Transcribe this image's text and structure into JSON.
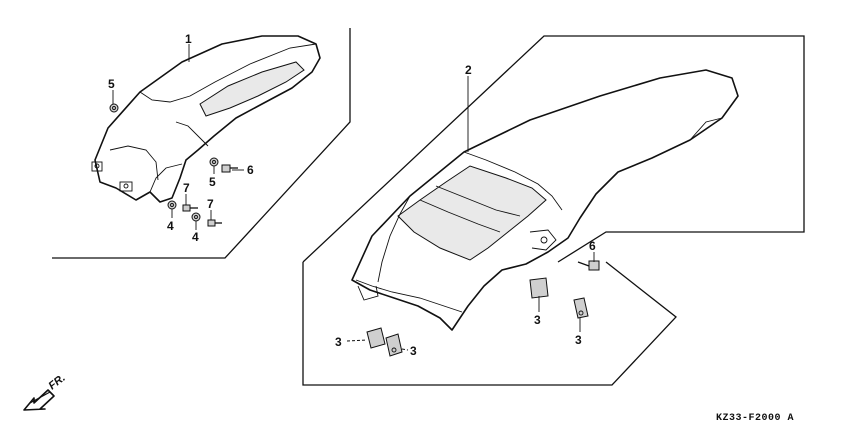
{
  "diagram": {
    "callouts": {
      "c1": "1",
      "c2": "2",
      "c3a": "3",
      "c3b": "3",
      "c3c": "3",
      "c3d": "3",
      "c4a": "4",
      "c4b": "4",
      "c5a": "5",
      "c5b": "5",
      "c6a": "6",
      "c6b": "6",
      "c7a": "7",
      "c7b": "7"
    },
    "direction_label": "FR.",
    "diagram_code": "KZ33-F2000 A"
  }
}
